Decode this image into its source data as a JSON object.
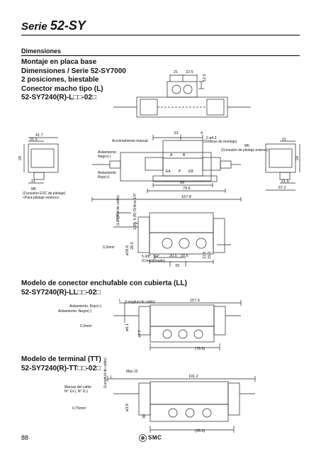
{
  "header": {
    "series_prefix": "Serie",
    "series_code": "52-SY"
  },
  "section": {
    "label": "Dimensiones"
  },
  "block1": {
    "line1": "Montaje en placa base",
    "line2": "Dimensiones / Serie 52-SY7000",
    "line3": "2 posiciones, biestable",
    "line4": "Conector macho tipo (L)",
    "model": "52-SY7240(R)-L□□-02□"
  },
  "block2": {
    "title": "Modelo de conector enchufable con cubierta (LL)",
    "model": "52-SY7240(R)-LL□□-02□"
  },
  "block3": {
    "title": "Modelo de terminal (TT)",
    "model": "52-SY7240(R)-TT□□-02□"
  },
  "labels": {
    "accionamiento": "Accionamiento manual",
    "orificios_1": "2-ø4.3",
    "orificios_2": "(Orificios de montaje)",
    "m5": "M5",
    "conexion_piloto": "(Conexión de pilotaje externo)",
    "aislamiento_negro": "Aislamiento",
    "negro_minus": "Negro(-)",
    "aislamiento_rojo": "Aislamiento",
    "rojo_plus": "Rojo(+)",
    "conexion_esc_1": "(Conexión ESC de pilotaje)",
    "conexion_esc_2": "<Para pilotaje externo>",
    "long_cable_small": "(Longitud de cable)",
    "seccion_03": "0,3mm²",
    "orificio_1_2": "1 (P), 5 (R) Orificio 1/4\"",
    "orificio_5_3": "5-3/8\", 1/4\"",
    "conexionado": "(Conexionado)",
    "aislamiento_rojo_plus": "Aislamiento: Rojo(+)",
    "aislamiento_negro_minus": "Aislamiento: Negro(-)",
    "long_cable": "(Longitud de cable)",
    "marcas_cable_1": "Marcas del cable",
    "marcas_cable_2": "Nº 1(+), Nº 2(-)",
    "seccion_075": "0,75mm²",
    "max10": "Máx.10",
    "port_a": "A",
    "port_b": "B",
    "port_ea": "EA",
    "port_p": "P",
    "port_eb": "EB"
  },
  "dims": {
    "d21_top": "21",
    "d22_5": "22.5",
    "d12_5": "12.5",
    "d41_7": "41.7",
    "d21_5a": "21.5",
    "d29": "29",
    "d21_b": "21",
    "d61": "61",
    "d4": "4",
    "d69": "69",
    "d79_6": "79.6",
    "d167_8": "167.8",
    "d21_c": "21",
    "d29_b": "29",
    "d21_5b": "21.5",
    "d67_2": "67.2",
    "d16_6": "ø16.6",
    "d28_5": "28.5",
    "d20_5": "20.5",
    "d20_6": "20.6",
    "d33": "33",
    "d11_5": "11.5",
    "d15_2": "15.2",
    "d157_6": "157.6",
    "d_phi6": "ø6.1",
    "d47_7": "47.7",
    "d78_6": "(78.6)",
    "d191_2": "191.2",
    "d_phi_t": "ø3.8",
    "d39": "39",
    "d95_6": "(95.6)",
    "l_letter_1": "L",
    "l_letter_2": "L"
  },
  "footer": {
    "page_number": "88",
    "brand": "SMC"
  }
}
